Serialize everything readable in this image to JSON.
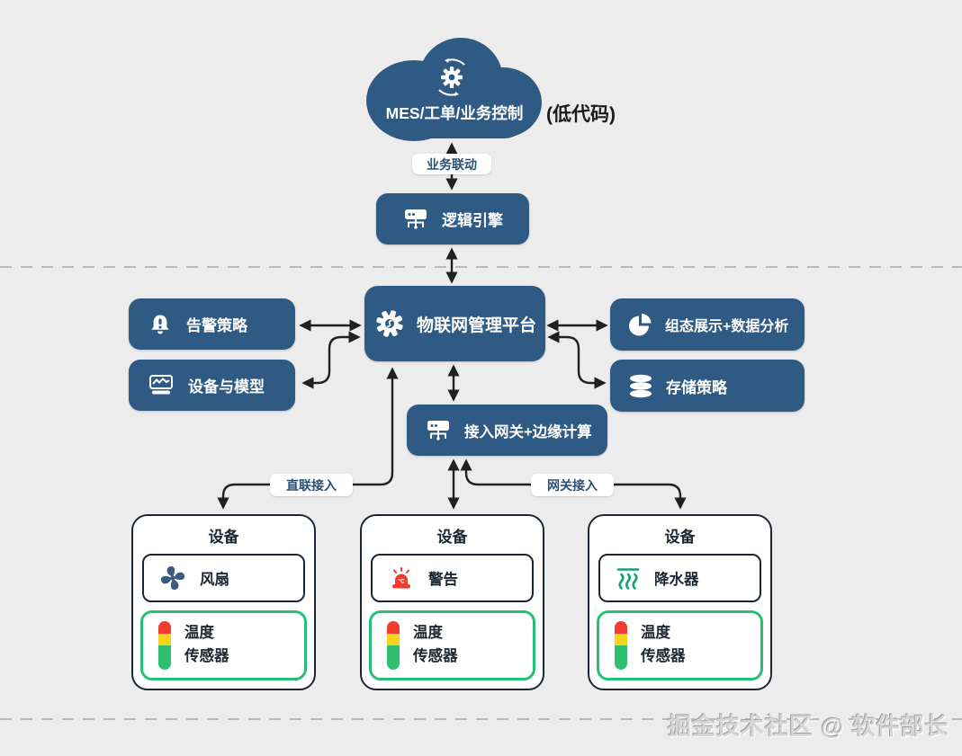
{
  "cloud": {
    "title": "MES/工单/业务控制",
    "annotation": "(低代码)"
  },
  "connector_labels": {
    "business_linkage": "业务联动",
    "direct_access": "直联接入",
    "gateway_access": "网关接入"
  },
  "nodes": {
    "logic_engine": {
      "label": "逻辑引擎"
    },
    "platform": {
      "label": "物联网管理平台"
    },
    "alarm_policy": {
      "label": "告警策略"
    },
    "device_model": {
      "label": "设备与模型"
    },
    "visualization": {
      "label": "组态展示+数据分析"
    },
    "storage_policy": {
      "label": "存储策略"
    },
    "gateway": {
      "label": "接入网关+边缘计算"
    }
  },
  "devices": [
    {
      "title": "设备",
      "component": "风扇",
      "icon": "fan-icon",
      "sensor": [
        "温度",
        "传感器"
      ]
    },
    {
      "title": "设备",
      "component": "警告",
      "icon": "siren-icon",
      "icon_text": "°C",
      "sensor": [
        "温度",
        "传感器"
      ]
    },
    {
      "title": "设备",
      "component": "降水器",
      "icon": "sprinkler-icon",
      "sensor": [
        "温度",
        "传感器"
      ]
    }
  ],
  "watermark": {
    "text": "掘金技术社区 @ 软件部长"
  },
  "colors": {
    "background": "#ececec",
    "node_blue": "#2f5a84",
    "dark_outline": "#1c2733",
    "accent_green": "#24c076",
    "alert_red": "#f23c30",
    "warn_yellow": "#f7d41e",
    "ok_green": "#2ec06f",
    "arrow": "#202020"
  }
}
